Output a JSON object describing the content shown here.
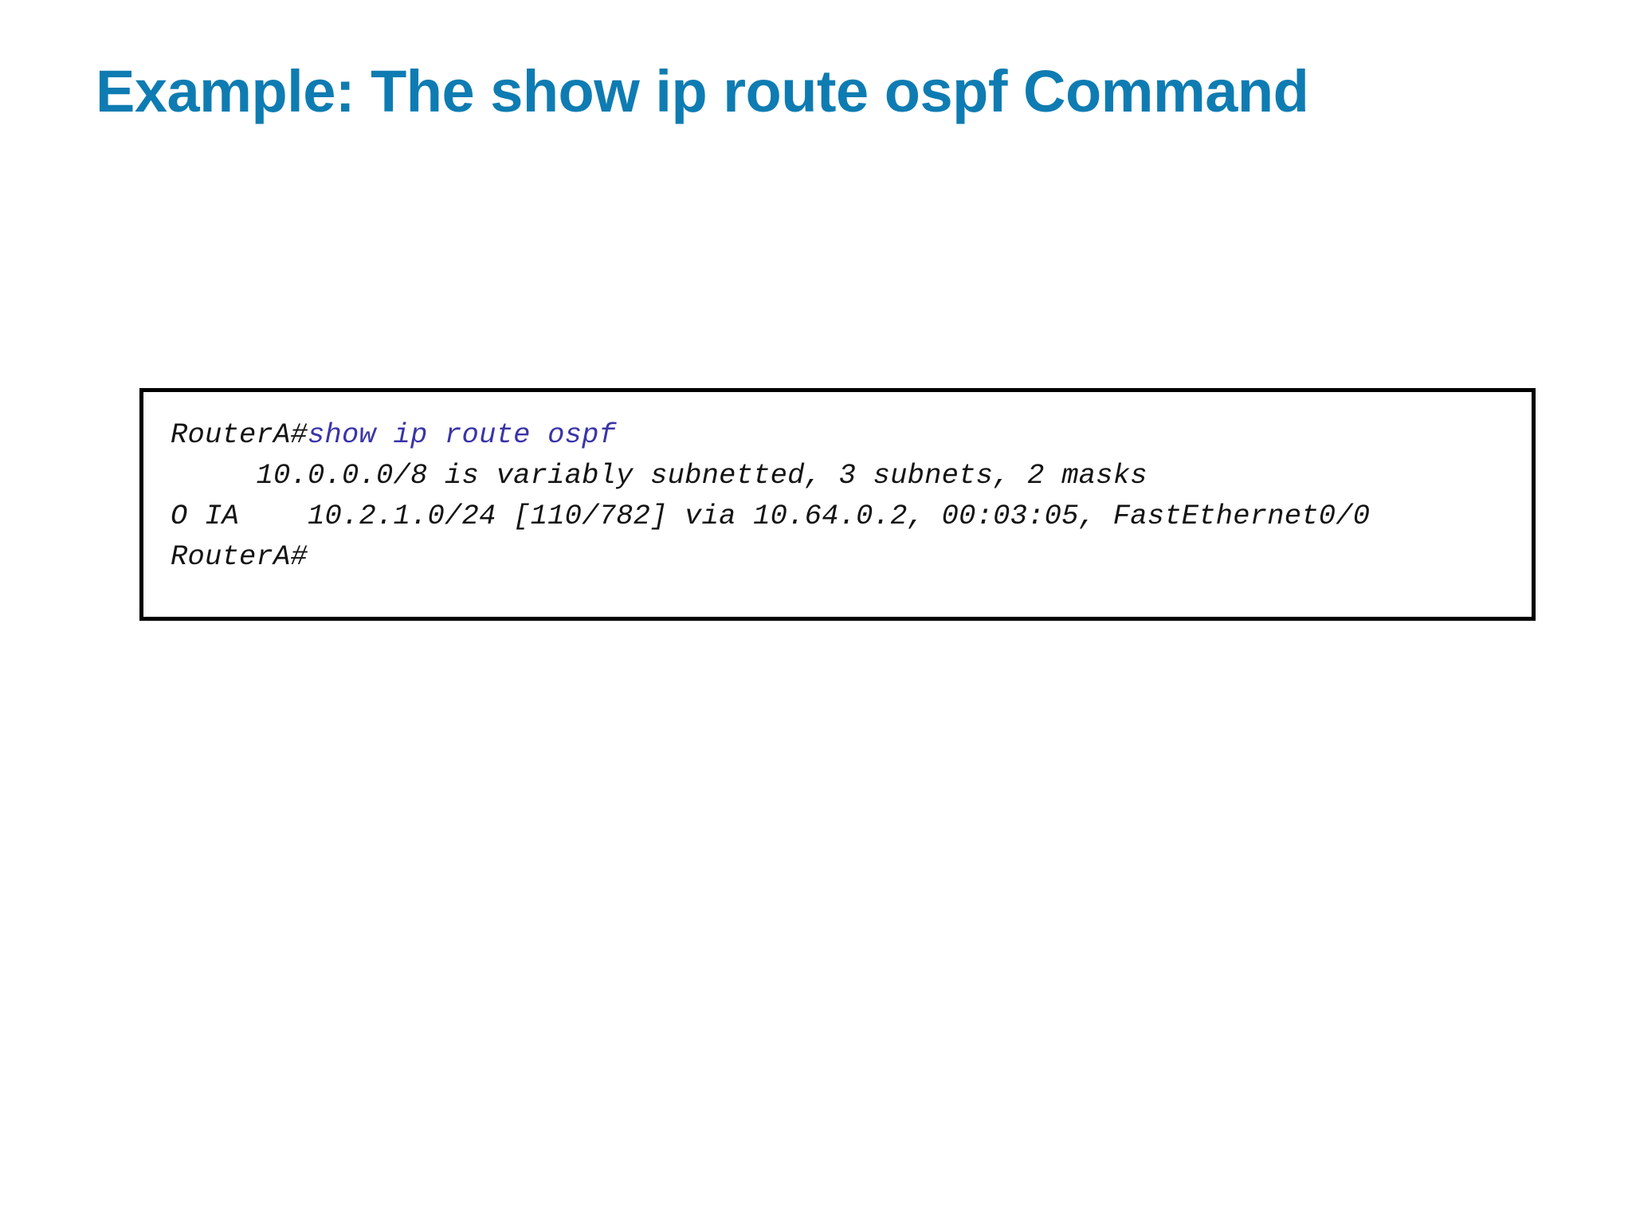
{
  "slide": {
    "title": "Example: The show ip route ospf Command",
    "title_color": "#0E7CB2",
    "background_color": "#FFFFFF"
  },
  "cli_output": {
    "border_color": "#000000",
    "background_color": "#FFFFFF",
    "text_color": "#141414",
    "command_color": "#3A35A8",
    "lines": [
      {
        "id": "line-prompt-command",
        "prompt": "RouterA#",
        "command": "show ip route ospf"
      },
      {
        "id": "line-subnet-summary",
        "text": "     10.0.0.0/8 is variably subnetted, 3 subnets, 2 masks"
      },
      {
        "id": "line-route-entry",
        "text": "O IA    10.2.1.0/24 [110/782] via 10.64.0.2, 00:03:05, FastEthernet0/0"
      },
      {
        "id": "line-trailing-prompt",
        "text": "RouterA#"
      }
    ]
  }
}
